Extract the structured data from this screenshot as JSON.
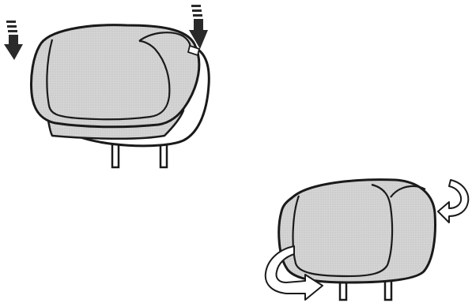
{
  "page": {
    "background": "#ffffff"
  },
  "figures": [
    {
      "id": "headrest-cover-installation",
      "parts": [
        "headrest-pad",
        "headrest-cover",
        "headrest-post",
        "down-arrow-icon",
        "down-arrow-icon"
      ]
    },
    {
      "id": "headrest-cover-securing",
      "parts": [
        "headrest-pad",
        "headrest-post",
        "curved-arrow-icon",
        "curved-arrow-icon"
      ]
    }
  ],
  "colors": {
    "outline": "#1a1a1a",
    "fill_gray": "#d2d2d2",
    "fill_white": "#ffffff",
    "arrow_dark": "#2a2a2a"
  }
}
